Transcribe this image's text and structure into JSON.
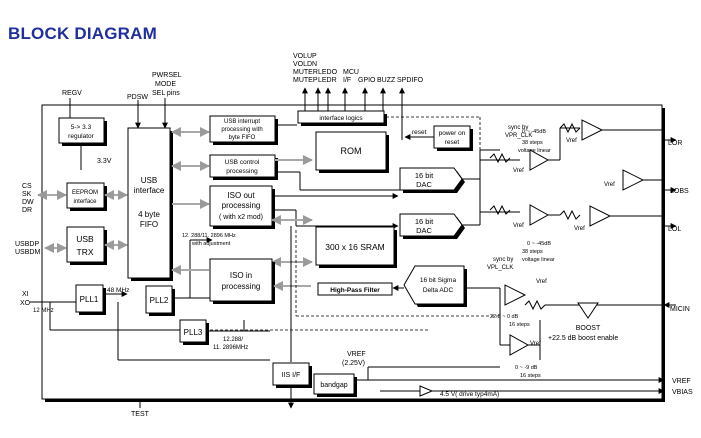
{
  "title": "BLOCK DIAGRAM",
  "blocks": {
    "regulator": [
      "5-> 3.3",
      "regulator"
    ],
    "eeprom": [
      "EEPROM",
      "interface"
    ],
    "usb_trx": [
      "USB",
      "TRX"
    ],
    "pll1": "PLL1",
    "pll2": "PLL2",
    "pll3": "PLL3",
    "usb_fifo": [
      "USB",
      "interface",
      "4 byte",
      "FIFO"
    ],
    "usb_int": [
      "USB interrupt",
      "processing with",
      "byte FIFO"
    ],
    "usb_ctrl": [
      "USB control",
      "processing"
    ],
    "rom": "ROM",
    "iso_out": [
      "ISO out",
      "processing",
      "( with x2 mod)"
    ],
    "sram": "300 x 16 SRAM",
    "iso_in": [
      "ISO in",
      "processing"
    ],
    "hpf": "High-Pass Filter",
    "adc": [
      "16 bit Sigma",
      "Delta ADC"
    ],
    "dac1": [
      "16 bit",
      "DAC"
    ],
    "dac2": [
      "16 bit",
      "DAC"
    ],
    "iface_logic": "interface logics",
    "power_reset": [
      "power on",
      "reset"
    ],
    "iis": "IIS I/F",
    "bandgap": "bandgap",
    "boost": "BOOST"
  },
  "pins": {
    "regv": "REGV",
    "pdsw": "PDSW",
    "pwrsel": [
      "PWRSEL",
      "MODE",
      "SEL pins"
    ],
    "top_left": [
      "VOLUP",
      "VOLDN",
      "MUTER",
      "MUTEP"
    ],
    "ledo": [
      "LEDO",
      "LEDR"
    ],
    "mcu": [
      "MCU",
      "I/F"
    ],
    "gpio": "GPIO",
    "buzz": "BUZZ",
    "spdifo": "SPDIFO",
    "eeprom_pins": [
      "CS",
      "SK",
      "DW",
      "DR"
    ],
    "usb_pins": [
      "USBDP",
      "USBDM"
    ],
    "xtal": [
      "XI",
      "XO"
    ],
    "test": "TEST",
    "lor": "LOR",
    "lobs": "LOBS",
    "lol": "LOL",
    "micin": "MICIN",
    "vref_out": "VREF",
    "vbias": "VBIAS"
  },
  "labels": {
    "v33": "3.3V",
    "mhz12": "12 MHz",
    "mhz48": "48 MHz",
    "freq_adj": [
      "12. 288/11. 2896 MHz",
      "with adjustment"
    ],
    "freq_pll3": [
      "12.288/",
      "11. 2896MHz"
    ],
    "reset": "reset",
    "sync_r": "sync by",
    "sync_r2": "VPR_CLK",
    "sync_l": "sync by",
    "sync_l2": "VPL_CLK",
    "att_r": "0 ~ -45dB",
    "steps_r": [
      "38 steps",
      "voltage linear"
    ],
    "att_l": "0 ~ -45dB",
    "steps_l": [
      "38 steps",
      "voltage linear"
    ],
    "vref": "Vref",
    "mic_gain": [
      "22.5 ~ 0 dB",
      "16 steps"
    ],
    "mic_gain2": [
      "0 ~ -9 dB",
      "16 steps"
    ],
    "boost_note": "+22.5 dB boost enable",
    "vref_225": [
      "VREF",
      "(2.25V)"
    ],
    "drive": "4.5 V( drive typ4mA)"
  }
}
